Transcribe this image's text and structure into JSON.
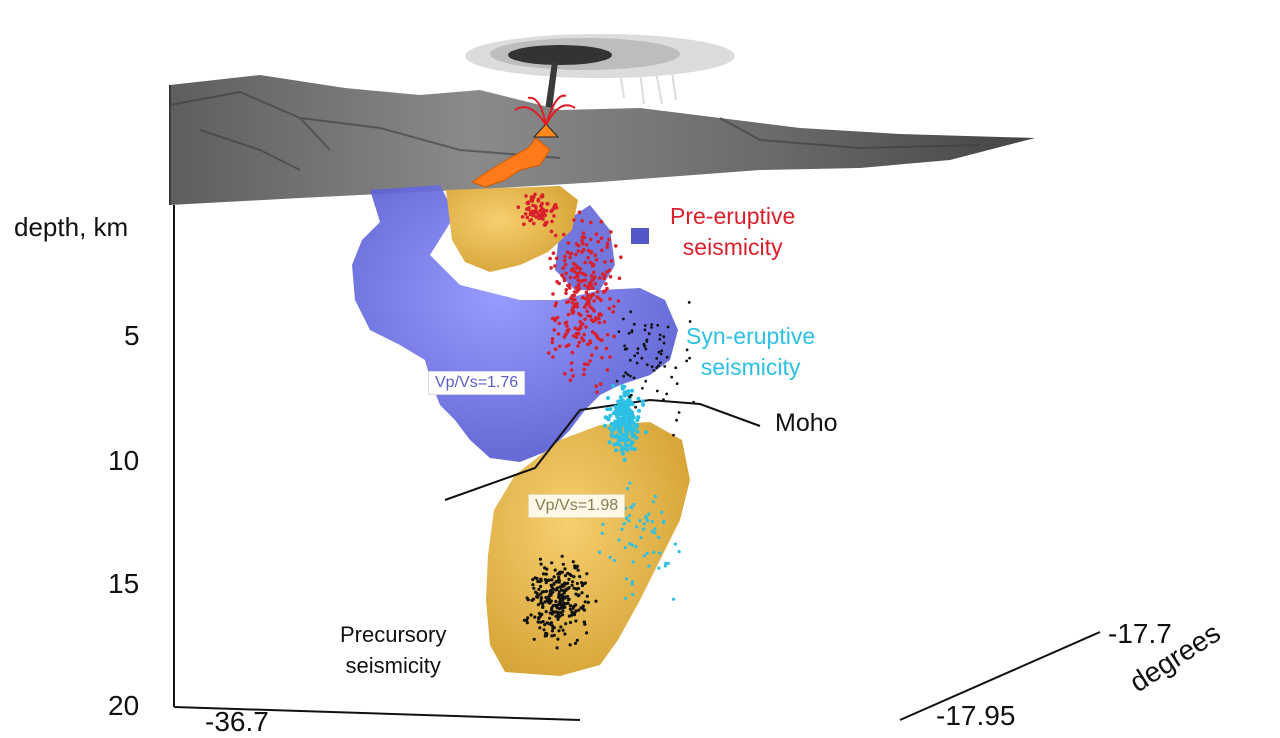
{
  "depth_axis": {
    "title": "depth, km",
    "ticks": [
      "5",
      "10",
      "15",
      "20"
    ]
  },
  "annotations": {
    "pre_eruptive": [
      "Pre-eruptive",
      "seismicity"
    ],
    "syn_eruptive": [
      "Syn-eruptive",
      "seismicity"
    ],
    "moho": "Moho",
    "precursory": [
      "Precursory",
      "seismicity"
    ],
    "vpvs_upper": "Vp/Vs=1.76",
    "vpvs_lower": "Vp/Vs=1.98"
  },
  "lat_axis": {
    "tick_1": "-17.7",
    "tick_2": "-17.95",
    "unit": "degrees"
  },
  "x_axis": {
    "partial_tick": "-36.7"
  },
  "colors": {
    "pre_eruptive": "#d9202a",
    "syn_eruptive": "#2cc0e4",
    "precursory": "#111111",
    "low_vpvs_body": "#6a6fe0",
    "high_vpvs_body": "#e8b64a",
    "lava": "#ff7a1a",
    "terrain": "#6d6d6d"
  }
}
